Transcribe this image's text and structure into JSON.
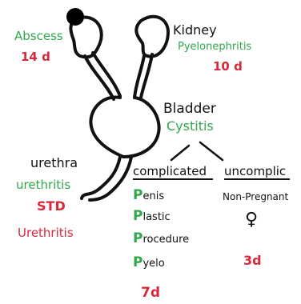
{
  "colors": {
    "ink": "#111111",
    "green": "#2fa84a",
    "red": "#d8283a"
  },
  "left_kidney": {
    "label": "Abscess",
    "duration": "14 d"
  },
  "right_kidney": {
    "label": "Kidney",
    "diagnosis": "Pyelonephritis",
    "duration": "10 d"
  },
  "bladder": {
    "label": "Bladder",
    "diagnosis": "Cystitis"
  },
  "urethra": {
    "label": "urethra",
    "diagnosis": "urethritis",
    "cause": "STD",
    "cause_diagnosis": "Urethritis"
  },
  "complicated": {
    "heading": "complicated",
    "items": [
      {
        "initial": "P",
        "rest": "enis"
      },
      {
        "initial": "P",
        "rest": "lastic"
      },
      {
        "initial": "P",
        "rest": "rocedure"
      },
      {
        "initial": "P",
        "rest": "yelo"
      }
    ],
    "duration": "7d"
  },
  "uncomplicated": {
    "heading": "uncomplic",
    "note": "Non-Pregnant",
    "symbol": "♀",
    "duration": "3d"
  }
}
